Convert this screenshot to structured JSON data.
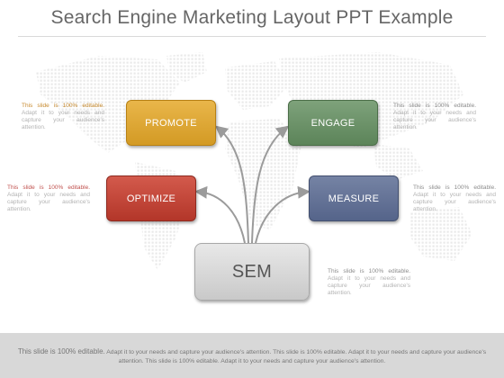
{
  "title": "Search Engine Marketing Layout PPT Example",
  "boxes": {
    "promote": "PROMOTE",
    "engage": "ENGAGE",
    "optimize": "OPTIMIZE",
    "measure": "MEASURE",
    "sem": "SEM"
  },
  "notes": {
    "top_left": {
      "head": "This slide is 100% editable.",
      "body": "Adapt it to your needs and capture your audience's attention."
    },
    "top_right": {
      "head": "This slide is 100% editable.",
      "body": "Adapt it to your needs and capture your audience's attention."
    },
    "mid_left": {
      "head": "This slide is 100% editable.",
      "body": "Adapt it to your needs and capture your audience's attention."
    },
    "mid_right": {
      "head": "This slide is 100% editable.",
      "body": "Adapt it to your needs and capture your audience's attention."
    },
    "bottom_right": {
      "head": "This slide is 100% editable.",
      "body": "Adapt it to your needs and capture your audience's attention."
    }
  },
  "footer": {
    "lead": "This slide is 100% editable.",
    "text": " Adapt it to your needs and capture your audience's attention. This slide is 100% editable. Adapt it to your needs and capture your audience's attention. This slide is 100% editable. Adapt it to your needs and capture your audience's attention."
  },
  "colors": {
    "promote": "#d9a232",
    "engage": "#658c61",
    "optimize": "#bd3f32",
    "measure": "#5f6d92",
    "sem": "#d4d4d4",
    "connector": "#9b9b9b",
    "map_dots": "#ececec"
  }
}
